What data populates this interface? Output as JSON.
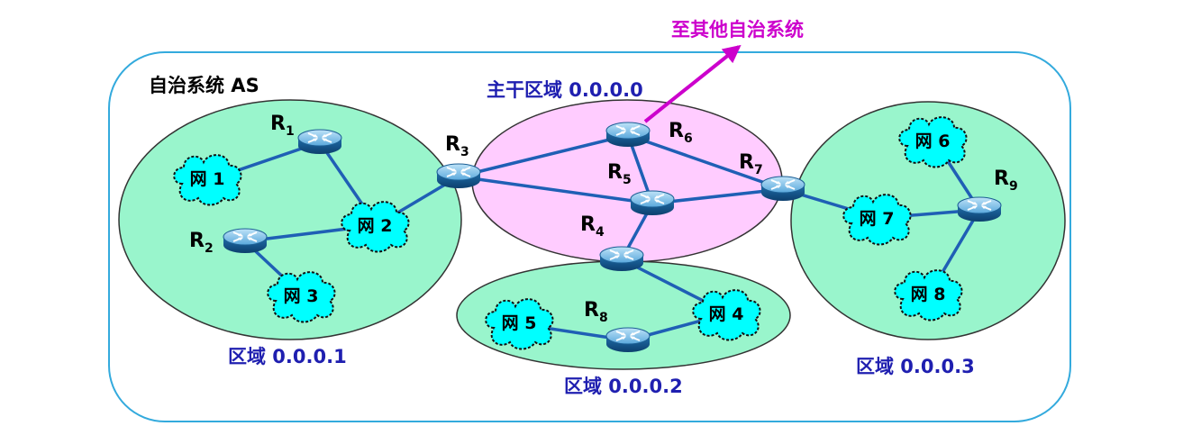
{
  "title": "",
  "autonomous_system": {
    "label": "自治系统 AS"
  },
  "external_link": {
    "label": "至其他自治系统",
    "color": "#cc00cc"
  },
  "areas": {
    "backbone": {
      "label": "主干区域 0.0.0.0",
      "fill": "#ffccff"
    },
    "area1": {
      "label": "区域 0.0.0.1",
      "fill": "#99f5cc"
    },
    "area2": {
      "label": "区域 0.0.0.2",
      "fill": "#99f5cc"
    },
    "area3": {
      "label": "区域 0.0.0.3",
      "fill": "#99f5cc"
    }
  },
  "routers": {
    "R1": {
      "name": "R",
      "sub": "1"
    },
    "R2": {
      "name": "R",
      "sub": "2"
    },
    "R3": {
      "name": "R",
      "sub": "3"
    },
    "R4": {
      "name": "R",
      "sub": "4"
    },
    "R5": {
      "name": "R",
      "sub": "5"
    },
    "R6": {
      "name": "R",
      "sub": "6"
    },
    "R7": {
      "name": "R",
      "sub": "7"
    },
    "R8": {
      "name": "R",
      "sub": "8"
    },
    "R9": {
      "name": "R",
      "sub": "9"
    }
  },
  "networks": {
    "N1": "网 1",
    "N2": "网 2",
    "N3": "网 3",
    "N4": "网 4",
    "N5": "网 5",
    "N6": "网 6",
    "N7": "网 7",
    "N8": "网 8"
  },
  "colors": {
    "as_border": "#33aadd",
    "link": "#1f5fb5",
    "network_cloud": "#00ffff",
    "router_body": "#2a7ab8",
    "area_label": "#1f1fb0"
  },
  "icons": {
    "router": "router-icon",
    "network": "cloud-icon"
  }
}
